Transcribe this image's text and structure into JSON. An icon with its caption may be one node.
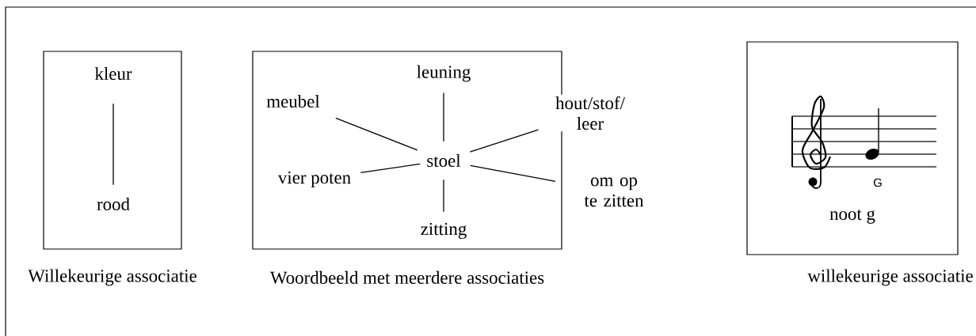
{
  "diagram": {
    "nodes": [
      {
        "text": [],
        "shape": "box"
      },
      {
        "text": [
          "kleur"
        ],
        "in": 0
      },
      {
        "text": [
          "rood"
        ],
        "in": 0
      },
      {
        "text": [],
        "shape": "box"
      },
      {
        "text": [
          "stoel"
        ],
        "in": 3
      },
      {
        "text": [
          "leuning"
        ],
        "in": 3
      },
      {
        "text": [
          "meubel"
        ],
        "in": 3
      },
      {
        "text": [
          "hout/stof/ leer"
        ]
      },
      {
        "text": [
          "vier poten"
        ],
        "in": 3
      },
      {
        "text": [
          "om op te zitten"
        ]
      },
      {
        "text": [
          "zitting"
        ],
        "in": 3
      },
      {
        "text": [
          "noot g"
        ]
      }
    ],
    "edges": [
      {
        "from": 1,
        "to": 2,
        "arrow": "none"
      },
      {
        "from": 4,
        "to": 5,
        "arrow": "none"
      },
      {
        "from": 4,
        "to": 6,
        "arrow": "none"
      },
      {
        "from": 4,
        "to": 7,
        "arrow": "none"
      },
      {
        "from": 4,
        "to": 8,
        "arrow": "none"
      },
      {
        "from": 4,
        "to": 9,
        "arrow": "none"
      },
      {
        "from": 4,
        "to": 10,
        "arrow": "none"
      }
    ],
    "labels": [
      "G",
      "Willekeurige associatie",
      "Woordbeeld met meerdere associaties",
      "willekeurige associatie"
    ]
  }
}
